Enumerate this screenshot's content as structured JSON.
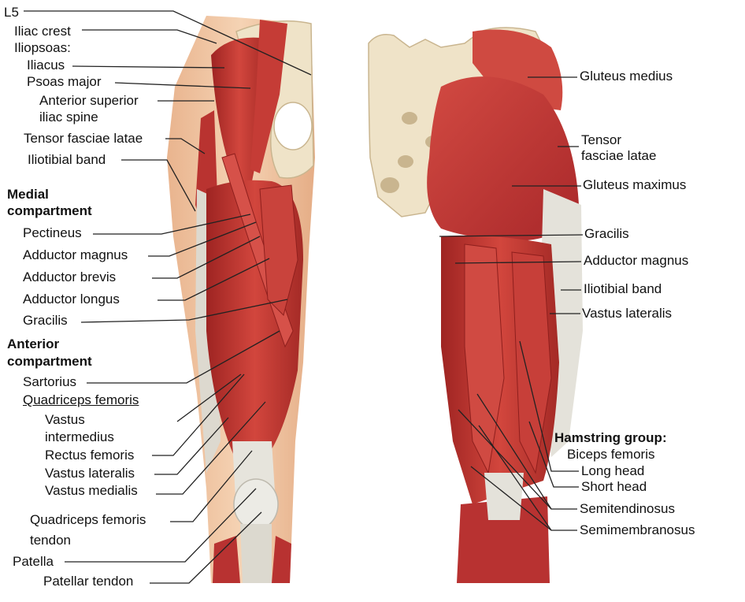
{
  "labels_left": {
    "l5": "L5",
    "iliac_crest": "Iliac crest",
    "iliopsoas": "Iliopsoas:",
    "iliacus": "Iliacus",
    "psoas_major": "Psoas major",
    "asis_1": "Anterior superior",
    "asis_2": "iliac spine",
    "tfl": "Tensor fasciae latae",
    "itb": "Iliotibial band",
    "medial_1": "Medial",
    "medial_2": "compartment",
    "pectineus": "Pectineus",
    "adductor_magnus": "Adductor magnus",
    "adductor_brevis": "Adductor brevis",
    "adductor_longus": "Adductor longus",
    "gracilis": "Gracilis",
    "anterior_1": "Anterior",
    "anterior_2": "compartment",
    "sartorius": "Sartorius",
    "quadriceps": "Quadriceps femoris",
    "vi_1": "Vastus",
    "vi_2": "intermedius",
    "rectus_femoris": "Rectus femoris",
    "vastus_lateralis": "Vastus lateralis",
    "vastus_medialis": "Vastus medialis",
    "qft_1": "Quadriceps femoris",
    "qft_2": "tendon",
    "patella": "Patella",
    "patellar_tendon": "Patellar tendon"
  },
  "labels_right": {
    "gluteus_medius": "Gluteus medius",
    "tfl_1": "Tensor",
    "tfl_2": "fasciae latae",
    "gluteus_maximus": "Gluteus maximus",
    "gracilis": "Gracilis",
    "adductor_magnus": "Adductor magnus",
    "itb": "Iliotibial band",
    "vastus_lateralis": "Vastus lateralis",
    "hamstring": "Hamstring group:",
    "biceps_femoris": "Biceps femoris",
    "long_head": "Long head",
    "short_head": "Short head",
    "semitendinosus": "Semitendinosus",
    "semimembranosus": "Semimembranosus"
  },
  "colors": {
    "muscle": "#b8312f",
    "muscle_light": "#d6554a",
    "tendon": "#e6e4dc",
    "bone": "#efe3c8",
    "skin": "#f1c9a5",
    "leader": "#222222"
  }
}
